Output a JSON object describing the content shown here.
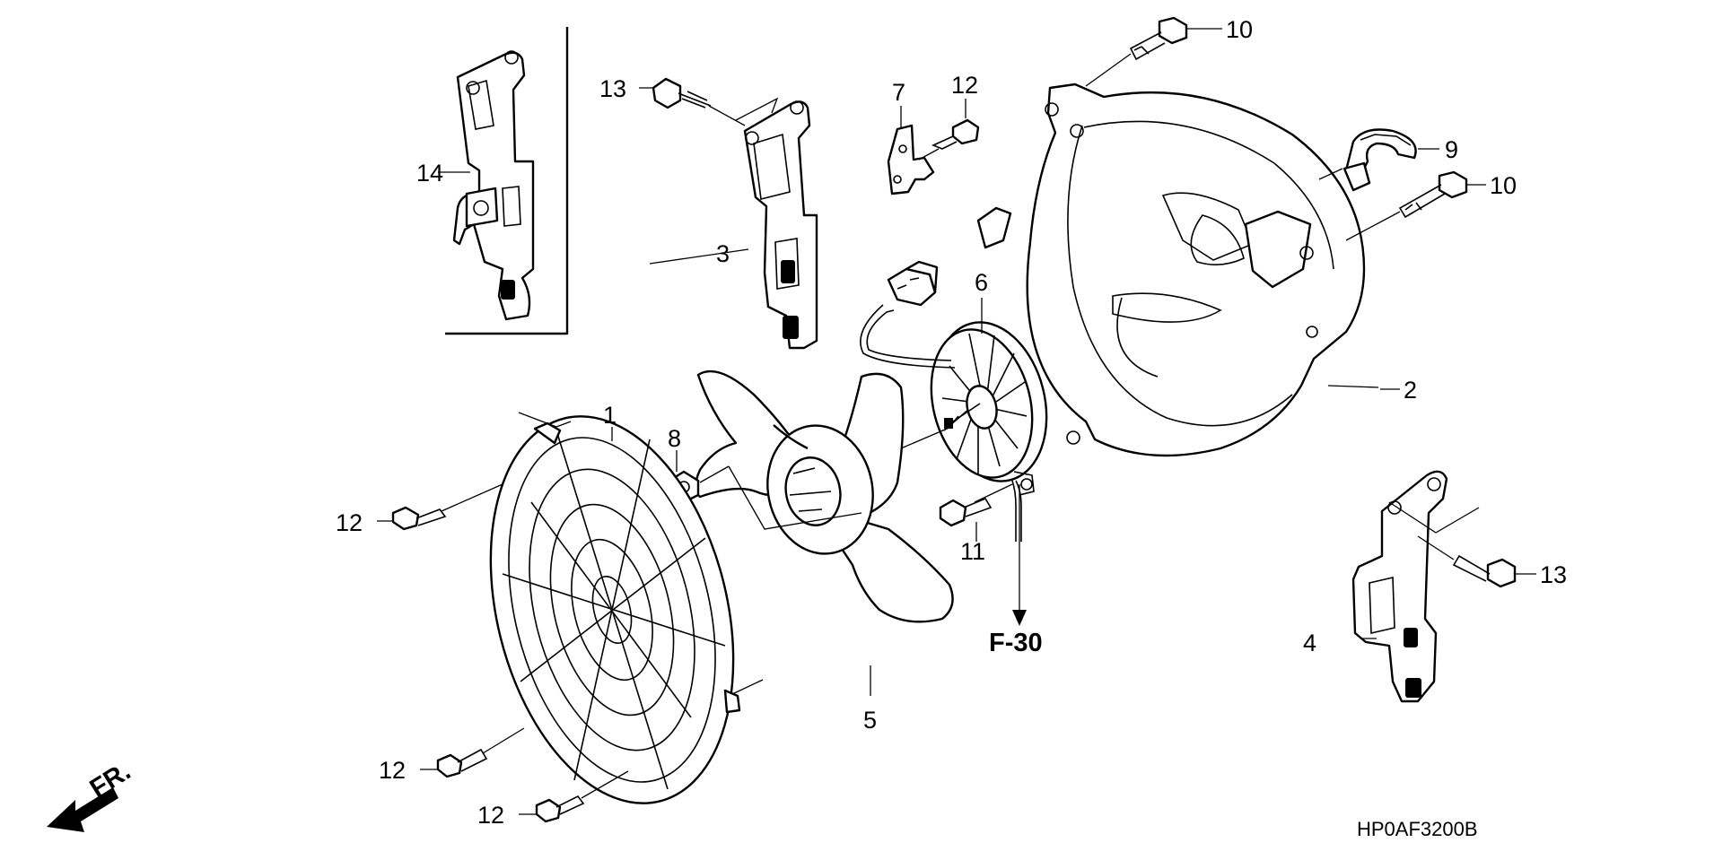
{
  "diagram": {
    "callouts": {
      "c1": "1",
      "c2": "2",
      "c3": "3",
      "c4": "4",
      "c5": "5",
      "c6": "6",
      "c7": "7",
      "c8": "8",
      "c9": "9",
      "c10a": "10",
      "c10b": "10",
      "c11": "11",
      "c12a": "12",
      "c12b": "12",
      "c12c": "12",
      "c12d": "12",
      "c13a": "13",
      "c13b": "13",
      "c14": "14"
    },
    "reference": "F-30",
    "direction": "FR.",
    "diagram_code": "HP0AF3200B"
  }
}
